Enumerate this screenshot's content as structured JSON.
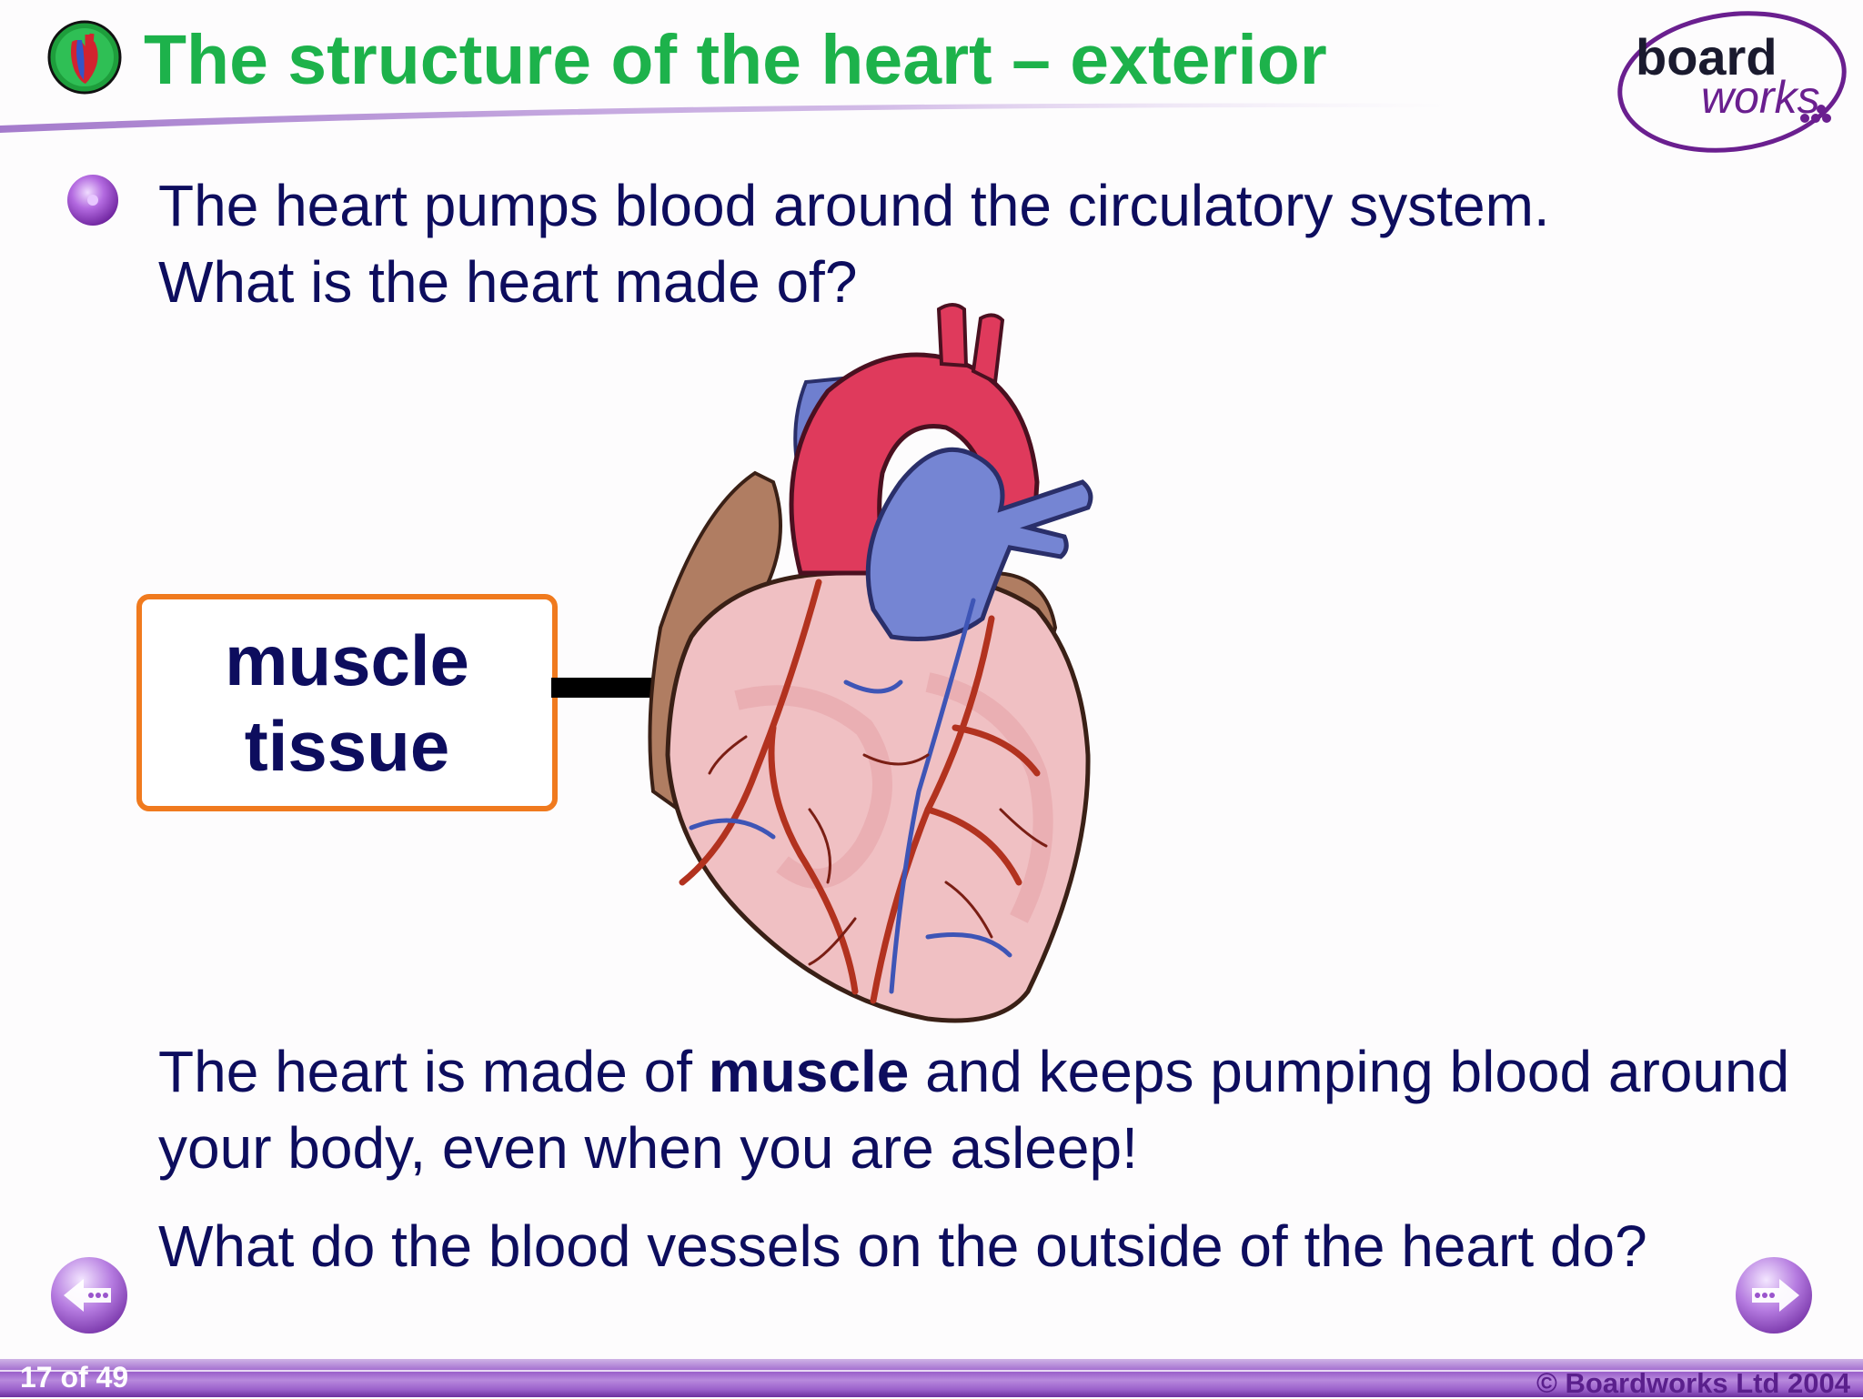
{
  "header": {
    "title": "The structure of the heart – exterior",
    "logo_top": "board",
    "logo_bottom": "works"
  },
  "content": {
    "intro_line1": "The heart pumps blood around the circulatory system.",
    "intro_line2": "What is the heart made of?",
    "label": "muscle tissue",
    "fact_pre": "The heart is made of ",
    "fact_bold": "muscle",
    "fact_post": " and keeps pumping blood around your body, even when you are asleep!",
    "question": "What do the blood vessels on the outside of the heart do?"
  },
  "footer": {
    "slide_counter": "17 of 49",
    "copyright": "© Boardworks Ltd 2004"
  },
  "icons": {
    "title": "heart-icon",
    "bullet": "bullet-icon",
    "prev": "back-arrow-icon",
    "next": "forward-arrow-icon"
  },
  "colors": {
    "title": "#1db24b",
    "text": "#0d0d5e",
    "label_border": "#f07a1e",
    "accent_purple": "#8a45c0"
  }
}
